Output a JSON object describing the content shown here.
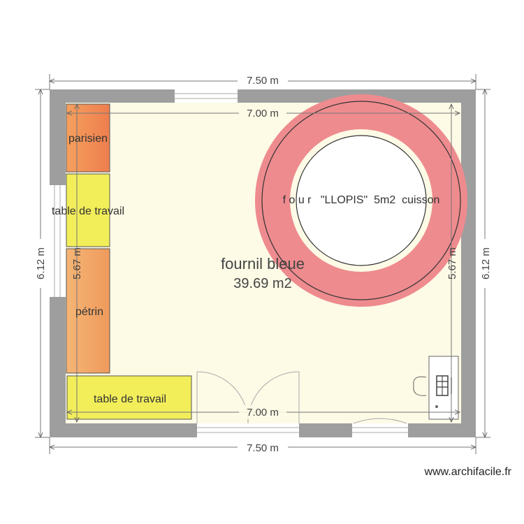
{
  "plan": {
    "room_name": "fournil bleue",
    "room_area": "39.69 m2",
    "dimensions": {
      "outer_top": "7.50 m",
      "outer_bottom": "7.50 m",
      "outer_left": "6.12 m",
      "outer_right": "6.12 m",
      "inner_top": "7.00 m",
      "inner_bottom": "7.00 m",
      "inner_left": "5.67 m",
      "inner_right": "5.67 m"
    },
    "furniture": {
      "parisien": "parisien",
      "table_left": "table de travail",
      "petrin": "pétrin",
      "table_bottom": "table de travail",
      "oven": "f o u r   \"LLOPIS\"  5m2  cuisson"
    },
    "credit": "www.archifacile.fr"
  },
  "colors": {
    "wall": "#9e9e9e",
    "floor": "#fdfae6",
    "oven": "#ee8b8e",
    "parisien": "#f08a55",
    "table": "#f2ee5a",
    "petrin": "#f2a868"
  }
}
